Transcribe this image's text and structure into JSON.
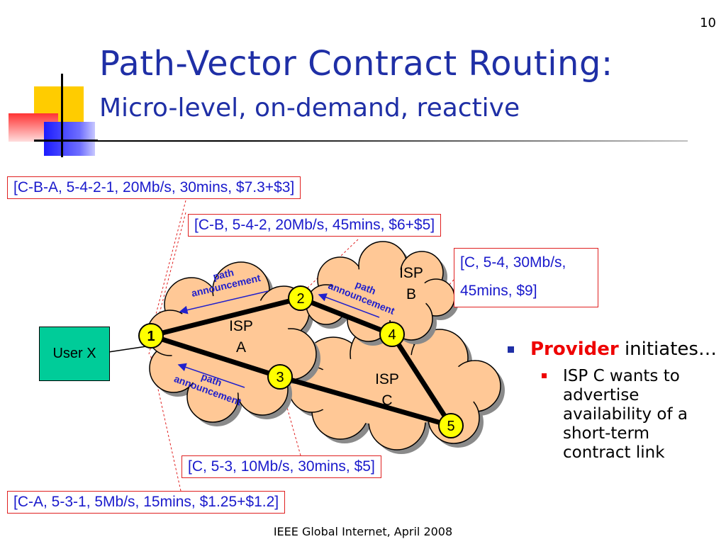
{
  "slide": {
    "number": "10",
    "title": "Path-Vector Contract Routing:",
    "subtitle": "Micro-level, on-demand, reactive",
    "footer": "IEEE Global Internet, April 2008"
  },
  "labels": {
    "cba": "[C-B-A, 5-4-2-1, 20Mb/s, 30mins, $7.3+$3]",
    "cb": "[C-B, 5-4-2, 20Mb/s, 45mins, $6+$5]",
    "c54": "[C, 5-4, 30Mb/s, 45mins, $9]",
    "c53": "[C, 5-3, 10Mb/s, 30mins, $5]",
    "ca": "[C-A, 5-3-1, 5Mb/s, 15mins, $1.25+$1.2]"
  },
  "diagram": {
    "user": "User X",
    "isps": {
      "a": [
        "ISP",
        "A"
      ],
      "b": [
        "ISP",
        "B"
      ],
      "c": [
        "ISP",
        "C"
      ]
    },
    "nodes": [
      "1",
      "2",
      "3",
      "4",
      "5"
    ],
    "announcement": [
      "path",
      "announcement"
    ],
    "colors": {
      "cloud_fill": "#ffc896",
      "node_fill": "#ffff00",
      "link": "#000000",
      "arrow": "#2020cc",
      "label_border": "#e02020",
      "user_fill": "#00cc99"
    }
  },
  "bullets": {
    "main_highlight": "Provider",
    "main_rest": "initiates…",
    "sub": "ISP C wants to advertise availability of a short-term contract link"
  }
}
